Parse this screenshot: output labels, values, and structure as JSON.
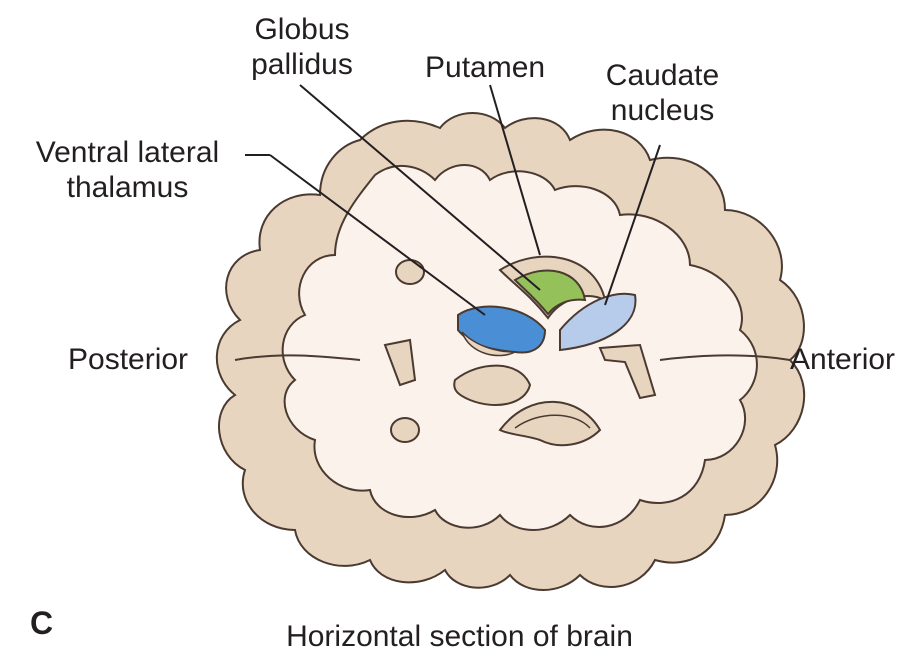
{
  "labels": {
    "globus_pallidus": [
      "Globus",
      "pallidus"
    ],
    "putamen": "Putamen",
    "caudate_nucleus": [
      "Caudate",
      "nucleus"
    ],
    "ventral_lateral_thalamus": [
      "Ventral lateral",
      "thalamus"
    ],
    "posterior": "Posterior",
    "anterior": "Anterior"
  },
  "panel_letter": "C",
  "caption": "Horizontal section of brain",
  "colors": {
    "cortex": "#e8d5c0",
    "white_matter": "#fbf2ec",
    "outline": "#4a3a30",
    "putamen": "#e8d5c0",
    "globus_pallidus": "#95c15a",
    "thalamus_highlight": "#4a8fd6",
    "caudate_highlight": "#b7cbea",
    "leader_line": "#231f20"
  }
}
